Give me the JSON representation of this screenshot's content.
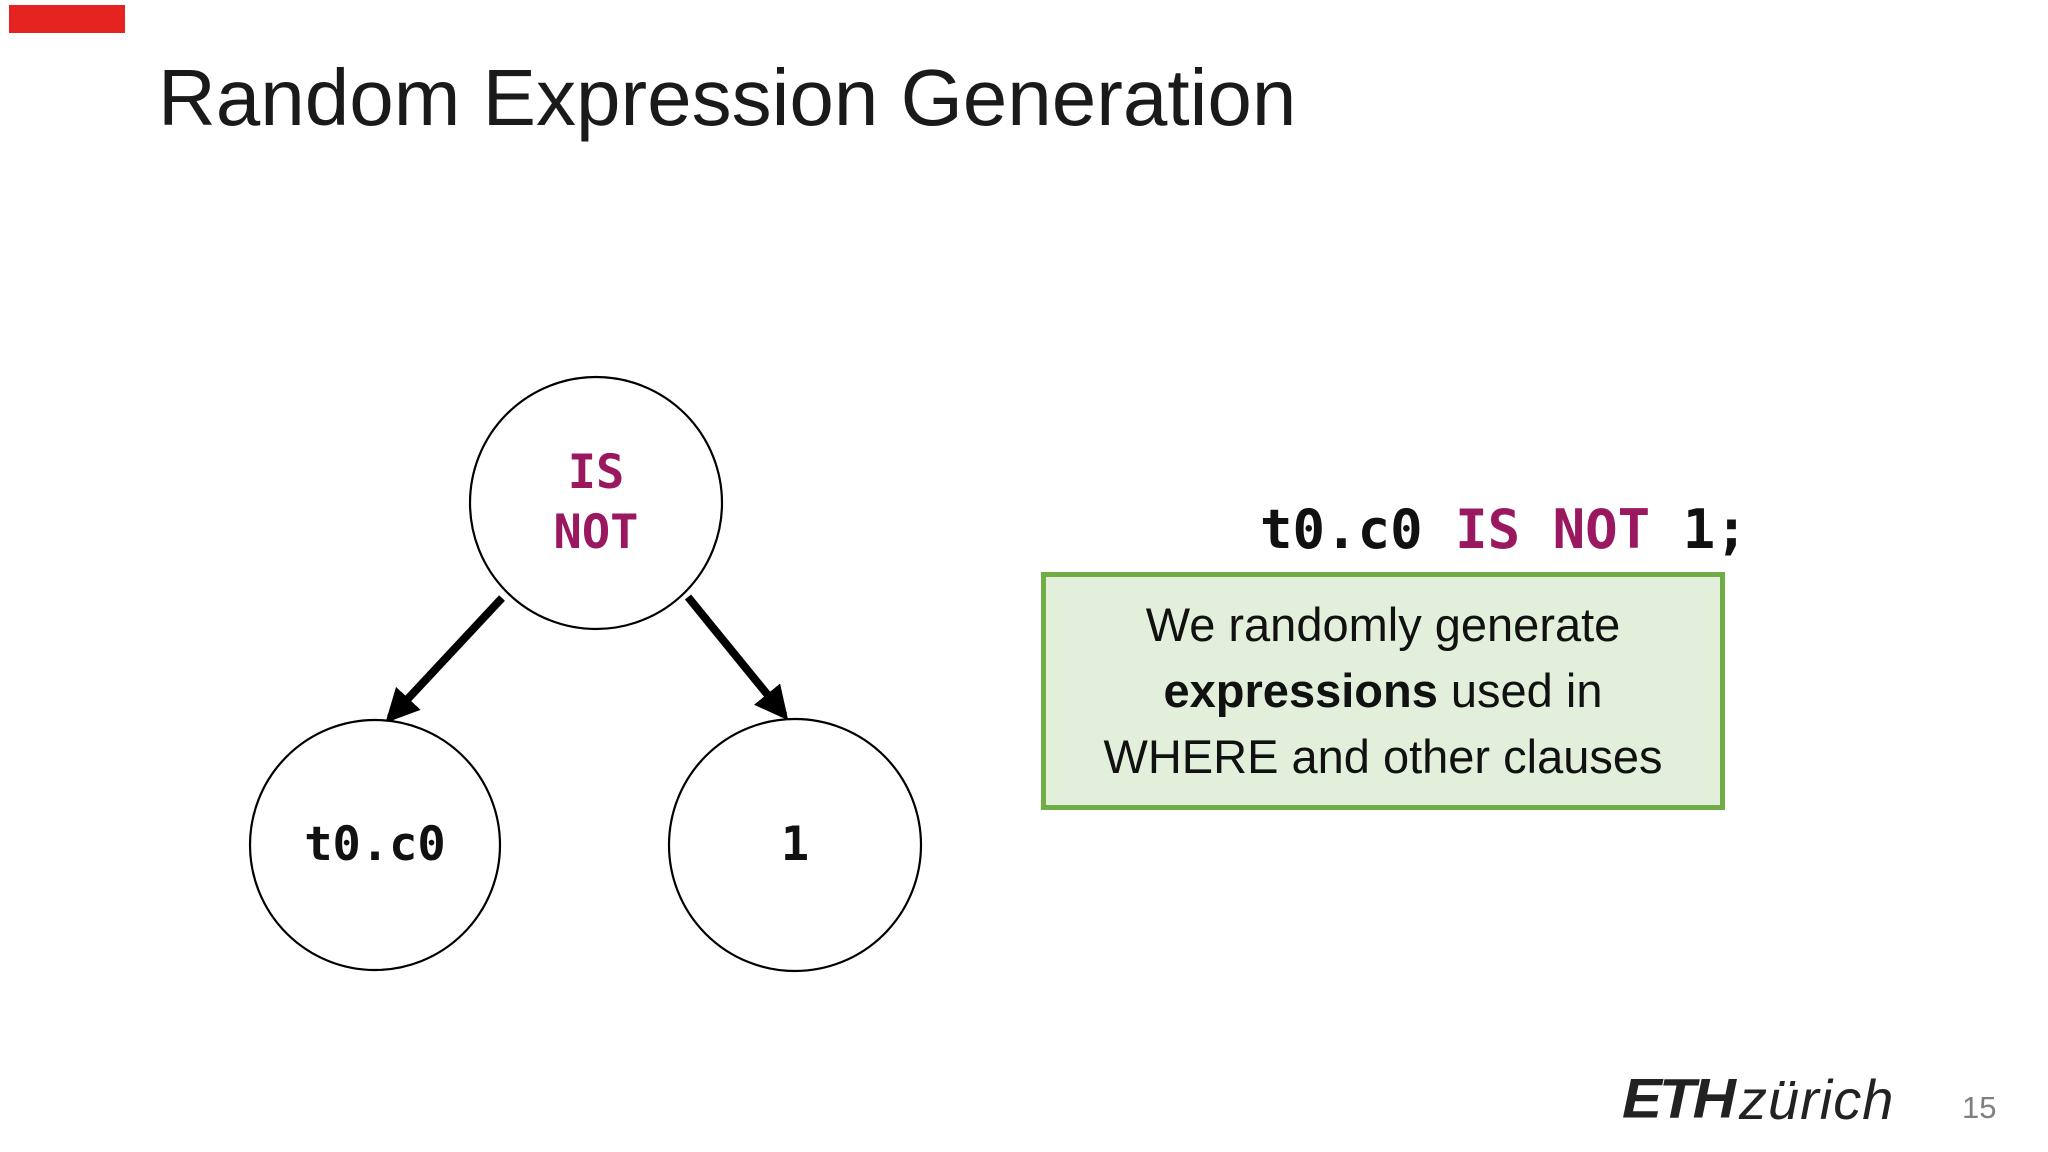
{
  "slide": {
    "title": "Random Expression Generation",
    "page_number": "15"
  },
  "code_line": {
    "lhs": "t0.c0 ",
    "operator": "IS NOT",
    "rhs": " 1;"
  },
  "tree": {
    "root": {
      "label": "IS\nNOT"
    },
    "left_child": {
      "label": "t0.c0"
    },
    "right_child": {
      "label": "1"
    }
  },
  "callout": {
    "line1": "We randomly generate",
    "line2_bold": "expressions",
    "line2_rest": " used in",
    "line3": "WHERE and other clauses"
  },
  "logo": {
    "brand": "ETH",
    "city": "zürich"
  },
  "colors": {
    "keyword_magenta": "#99185f",
    "callout_fill": "#e2efda",
    "callout_border": "#70ad47",
    "page_number_gray": "#7f7f7f",
    "recording_bar_red": "#e52320",
    "text_black": "#111111"
  }
}
